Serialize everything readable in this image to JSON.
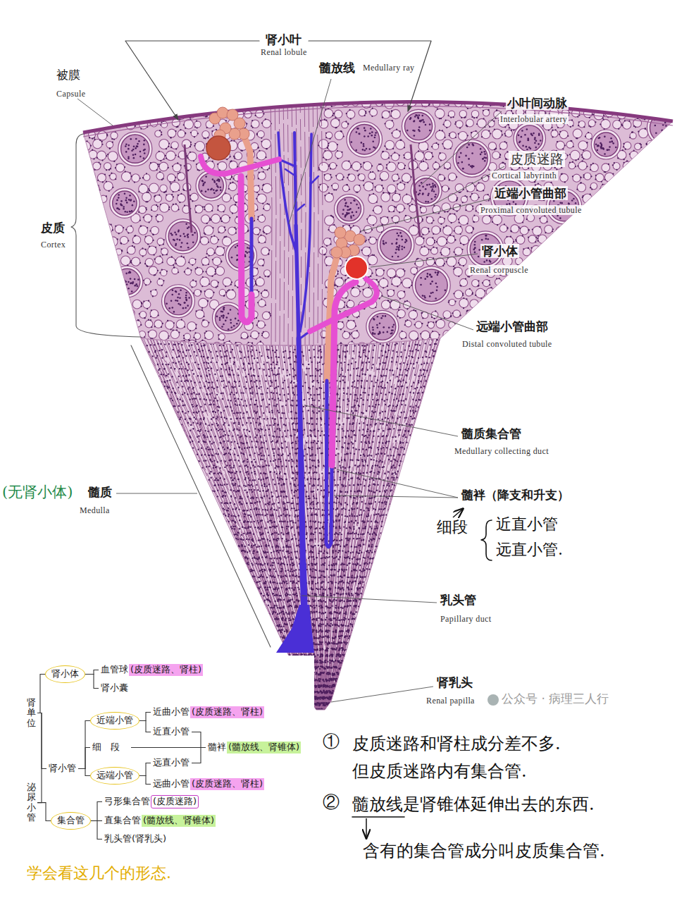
{
  "diagram": {
    "nodes": [
      {
        "text": [
          "泌尿小管"
        ]
      },
      {
        "text": [
          "肾单位"
        ]
      },
      {
        "text": [
          "肾小体"
        ]
      },
      {
        "text": [
          "血管球",
          "(皮质迷路、肾柱)"
        ]
      },
      {
        "text": [
          "肾小囊"
        ]
      },
      {
        "text": [
          "肾小管"
        ]
      },
      {
        "text": [
          "近端小管"
        ]
      },
      {
        "text": [
          "近曲小管",
          "(皮质迷路、肾柱)"
        ]
      },
      {
        "text": [
          "近直小管"
        ]
      },
      {
        "text": [
          "细段"
        ]
      },
      {
        "text": [
          "远端小管"
        ]
      },
      {
        "text": [
          "远直小管"
        ]
      },
      {
        "text": [
          "远曲小管",
          "(皮质迷路、肾柱)"
        ]
      },
      {
        "text": [
          "髓袢",
          "(髓放线、肾锥体)"
        ]
      },
      {
        "text": [
          "集合管"
        ]
      },
      {
        "text": [
          "弓形集合管",
          "(皮质迷路)"
        ]
      },
      {
        "text": [
          "直集合管",
          "(髓放线、肾锥体)"
        ]
      },
      {
        "text": [
          "乳头管(肾乳头)"
        ]
      }
    ],
    "edges": [
      {
        "from": 0,
        "to": 1,
        "arrow": "none"
      },
      {
        "from": 0,
        "to": 14,
        "arrow": "none"
      },
      {
        "from": 1,
        "to": 2,
        "arrow": "none"
      },
      {
        "from": 1,
        "to": 5,
        "arrow": "none"
      },
      {
        "from": 2,
        "to": 3,
        "arrow": "none"
      },
      {
        "from": 2,
        "to": 4,
        "arrow": "none"
      },
      {
        "from": 5,
        "to": 6,
        "arrow": "none"
      },
      {
        "from": 5,
        "to": 9,
        "arrow": "none"
      },
      {
        "from": 5,
        "to": 10,
        "arrow": "none"
      },
      {
        "from": 6,
        "to": 7,
        "arrow": "none"
      },
      {
        "from": 6,
        "to": 8,
        "arrow": "none"
      },
      {
        "from": 10,
        "to": 11,
        "arrow": "none"
      },
      {
        "from": 10,
        "to": 12,
        "arrow": "none"
      },
      {
        "from": 8,
        "to": 13,
        "arrow": "none"
      },
      {
        "from": 9,
        "to": 13,
        "arrow": "none"
      },
      {
        "from": 11,
        "to": 13,
        "arrow": "none"
      },
      {
        "from": 14,
        "to": 15,
        "arrow": "none"
      },
      {
        "from": 14,
        "to": 16,
        "arrow": "none"
      },
      {
        "from": 14,
        "to": 17,
        "arrow": "none"
      }
    ],
    "labels": [
      "肾小叶",
      "Renal lobule",
      "髓放线",
      "Medullary ray",
      "被膜",
      "Capsule",
      "小叶间动脉",
      "Interlobular artery",
      "皮质迷路",
      "Cortical labyrinth",
      "近端小管曲部",
      "Proximal convoluted tubule",
      "肾小体",
      "Renal corpuscle",
      "远端小管曲部",
      "Distal convoluted tubule",
      "皮质",
      "Cortex",
      "髓质集合管",
      "Medullary collecting duct",
      "(无肾小体)",
      "髓质",
      "Medulla",
      "髓袢（降支和升支）",
      "细段",
      "近直小管",
      "远直小管.",
      "乳头管",
      "Papillary duct",
      "肾乳头",
      "Renal papilla",
      "公众号 · 病理三人行",
      "①",
      "皮质迷路和肾柱成分差不多.",
      "但皮质迷路内有集合管.",
      "②",
      "髓放线是肾锥体延伸出去的东西.",
      "含有的集合管成分叫皮质集合管.",
      "学会看这几个的形态."
    ]
  }
}
